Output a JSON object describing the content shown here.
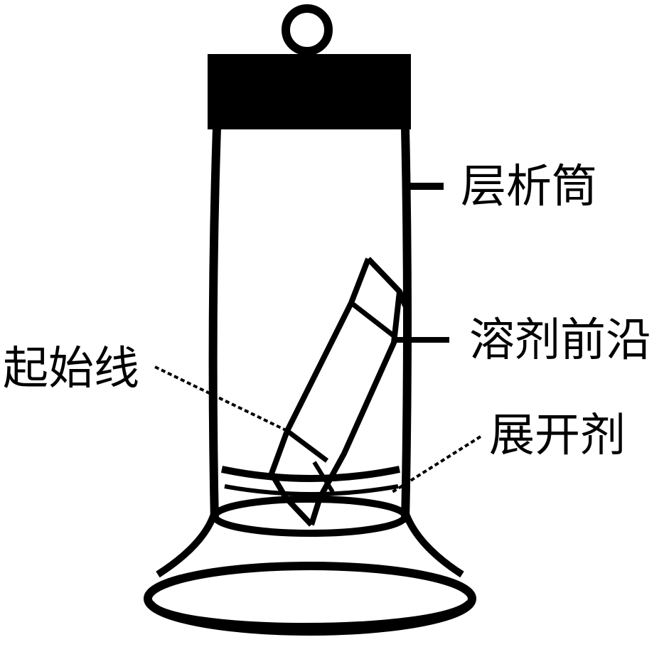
{
  "labels": {
    "cylinder": "层析筒",
    "solvent_front": "溶剂前沿",
    "origin_line": "起始线",
    "developer": "展开剂"
  },
  "colors": {
    "stroke": "#000000",
    "background": "#ffffff"
  }
}
